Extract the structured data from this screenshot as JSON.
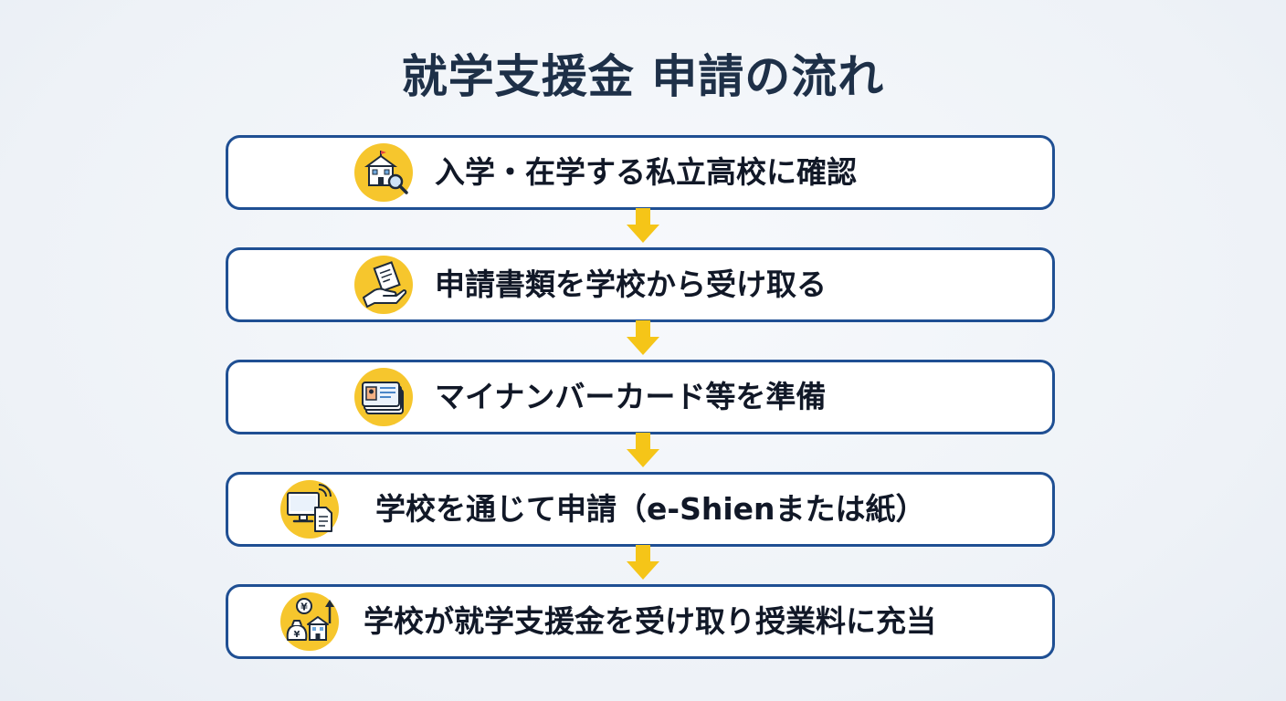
{
  "title": "就学支援金 申請の流れ",
  "steps": [
    {
      "label": "入学・在学する私立高校に確認",
      "icon": "school-search-icon"
    },
    {
      "label": "申請書類を学校から受け取る",
      "icon": "document-hand-icon"
    },
    {
      "label": "マイナンバーカード等を準備",
      "icon": "id-card-icon"
    },
    {
      "label": "学校を通じて申請（e-Shienまたは紙）",
      "icon": "computer-document-icon"
    },
    {
      "label": "学校が就学支援金を受け取り授業料に充当",
      "icon": "yen-school-icon"
    }
  ],
  "colors": {
    "accent": "#f6c62d",
    "border": "#1f4f93",
    "arrow": "#f5c518",
    "title": "#1e3048"
  }
}
